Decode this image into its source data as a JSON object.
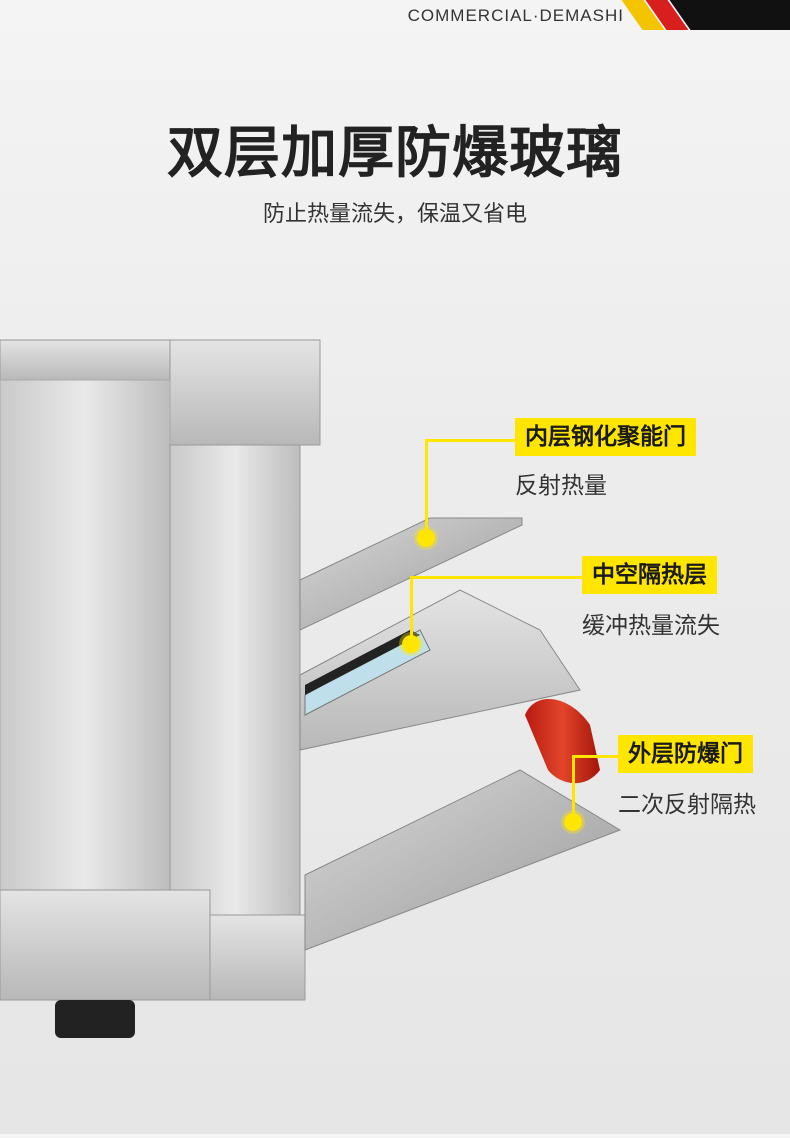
{
  "brand": {
    "text": "COMMERCIAL·DEMASHI"
  },
  "title": "双层加厚防爆玻璃",
  "subtitle": "防止热量流失，保温又省电",
  "callouts": [
    {
      "label": "内层钢化聚能门",
      "desc": "反射热量"
    },
    {
      "label": "中空隔热层",
      "desc": "缓冲热量流失"
    },
    {
      "label": "外层防爆门",
      "desc": "二次反射隔热"
    }
  ],
  "colors": {
    "accent": "#ffe600",
    "red": "#d91e1e",
    "black": "#111111"
  }
}
